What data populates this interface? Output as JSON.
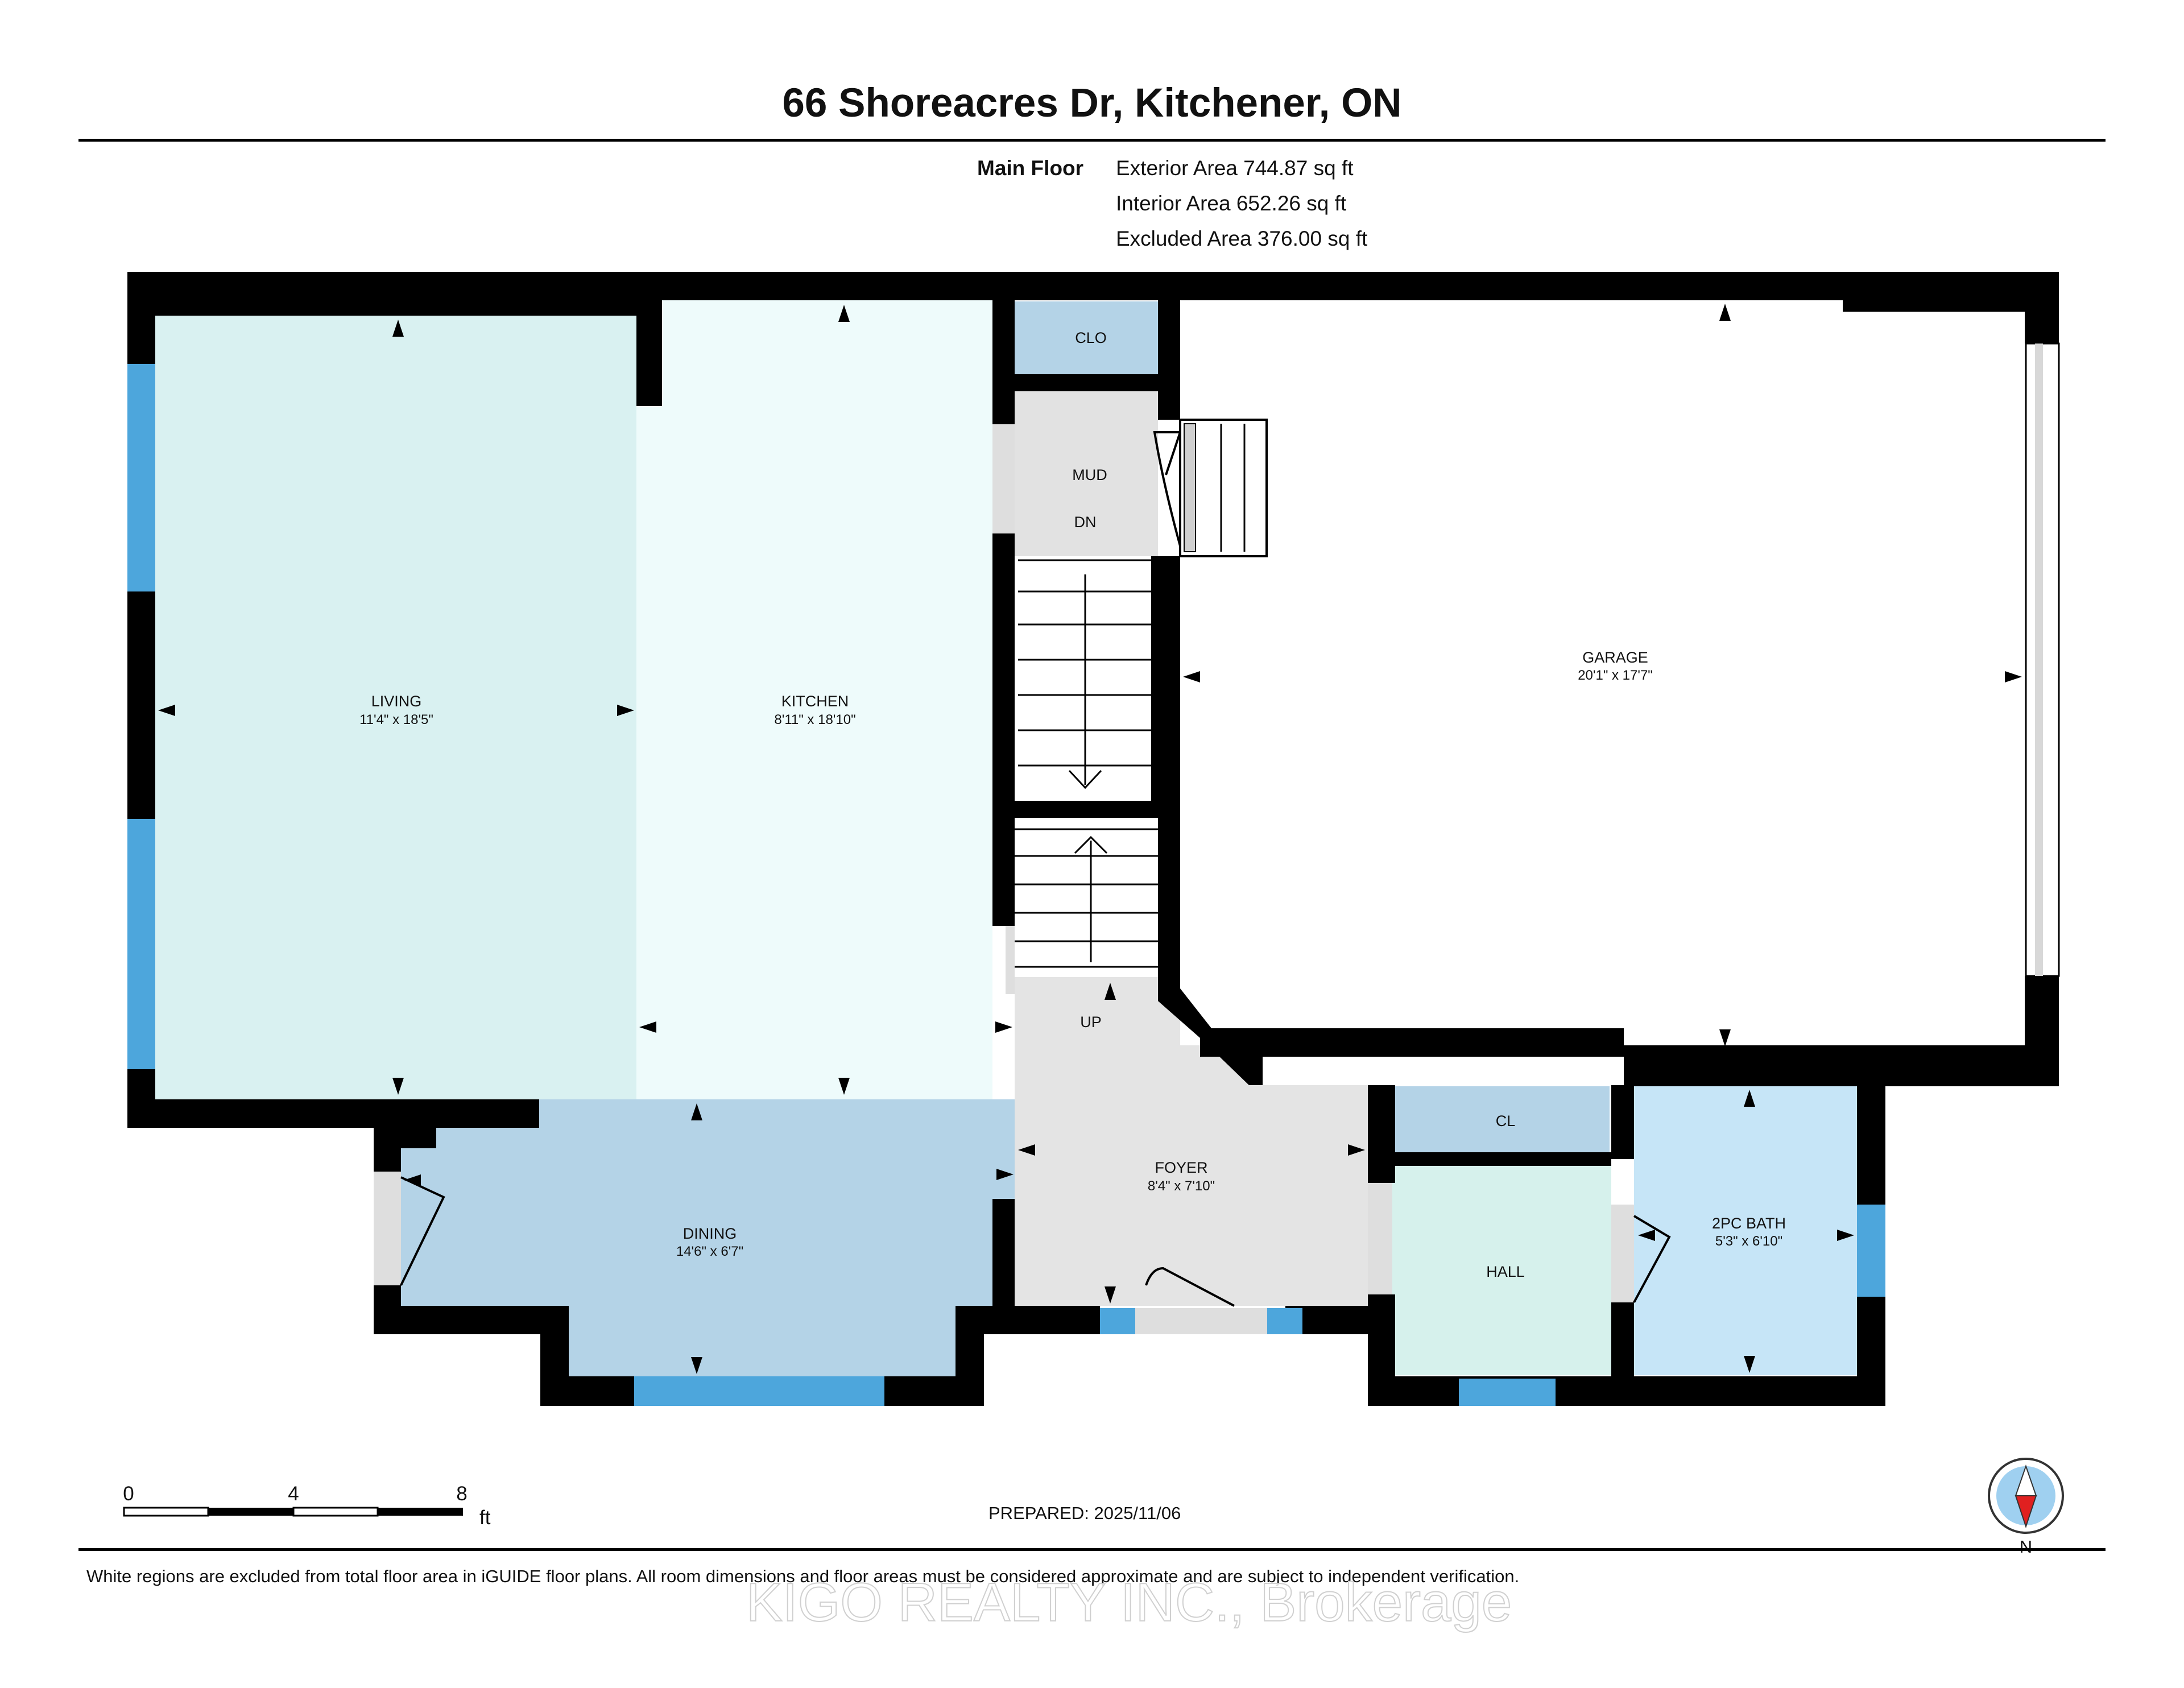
{
  "header": {
    "address": "66 Shoreacres Dr, Kitchener, ON",
    "floor_label": "Main Floor",
    "areas": [
      "Exterior Area 744.87 sq ft",
      "Interior Area 652.26 sq ft",
      "Excluded Area 376.00 sq ft"
    ]
  },
  "rooms": {
    "living": {
      "name": "LIVING",
      "dim": "11'4\" x 18'5\""
    },
    "kitchen": {
      "name": "KITCHEN",
      "dim": "8'11\" x 18'10\""
    },
    "clo": {
      "name": "CLO"
    },
    "mud": {
      "name": "MUD"
    },
    "stairs_down": {
      "name": "DN"
    },
    "stairs_up": {
      "name": "UP"
    },
    "garage": {
      "name": "GARAGE",
      "dim": "20'1\" x 17'7\""
    },
    "dining": {
      "name": "DINING",
      "dim": "14'6\" x 6'7\""
    },
    "foyer": {
      "name": "FOYER",
      "dim": "8'4\" x 7'10\""
    },
    "cl": {
      "name": "CL"
    },
    "hall": {
      "name": "HALL"
    },
    "bath": {
      "name": "2PC BATH",
      "dim": "5'3\" x 6'10\""
    }
  },
  "colors": {
    "living": "#d9f1f1",
    "kitchen": "#eefbfb",
    "dining": "#b4d3e7",
    "clo": "#b4d3e7",
    "mud": "#e2e2e2",
    "foyer": "#e4e4e4",
    "hall": "#d6f1ec",
    "bath": "#c6e5f7",
    "window": "#4da6dc"
  },
  "scale": {
    "labels": [
      "0",
      "4",
      "8"
    ],
    "unit": "ft"
  },
  "prepared": "PREPARED: 2025/11/06",
  "compass": {
    "label": "N",
    "icon": "compass-north-icon"
  },
  "footer": {
    "disclaimer": "White regions are excluded from total floor area in iGUIDE floor plans. All room dimensions and floor areas must be considered approximate and are subject to independent verification.",
    "watermark": "KIGO REALTY INC., Brokerage"
  }
}
